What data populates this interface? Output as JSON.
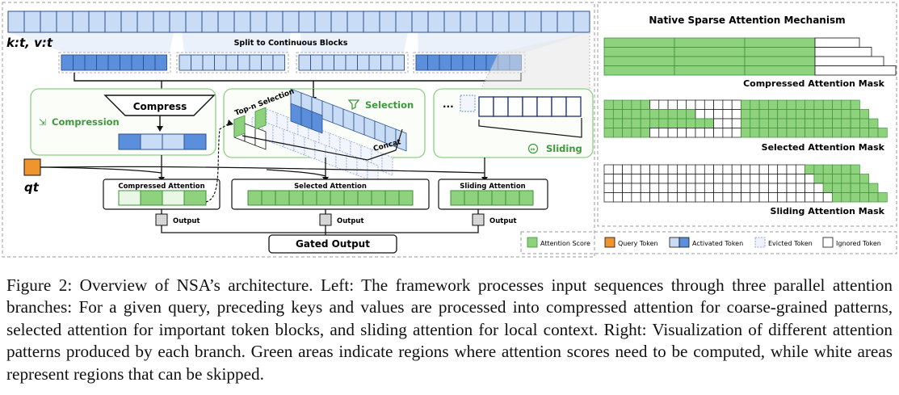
{
  "figure": {
    "inputs_label": "k:t, v:t",
    "split_label": "Split to Continuous Blocks",
    "query_label": "qt",
    "gated_output_label": "Gated Output",
    "output_label": "Output",
    "branches": {
      "compression": {
        "icon": "compress-arrows-icon",
        "title": "Compression",
        "op_label": "Compress",
        "attention_label": "Compressed Attention"
      },
      "selection": {
        "icon": "funnel-icon",
        "title": "Selection",
        "topn_label": "Top-n Selection",
        "concat_label": "Concat",
        "attention_label": "Selected Attention"
      },
      "sliding": {
        "icon": "sliding-icon",
        "title": "Sliding",
        "ellipsis": "...",
        "attention_label": "Sliding Attention"
      }
    },
    "right_panel": {
      "title": "Native Sparse Attention Mechanism",
      "masks": [
        "Compressed Attention Mask",
        "Selected Attention Mask",
        "Sliding Attention Mask"
      ]
    },
    "legend": [
      {
        "label": "Attention Score",
        "kind": "score"
      },
      {
        "label": "Query Token",
        "kind": "query"
      },
      {
        "label": "Activated Token",
        "kind": "activated"
      },
      {
        "label": "Evicted Token",
        "kind": "evicted"
      },
      {
        "label": "Ignored Token",
        "kind": "ignored"
      }
    ],
    "colors": {
      "green": "#8ed27e",
      "green_border": "#3f8f3a",
      "blue_dark": "#5b8fdc",
      "blue_light": "#c9dcf6",
      "orange": "#f0952d",
      "branch_border": "#8ecf83"
    }
  },
  "caption": "Figure 2: Overview of NSA’s architecture. Left: The framework processes input sequences through three parallel attention branches: For a given query, preceding keys and values are processed into compressed attention for coarse-grained patterns, selected attention for important token blocks, and sliding attention for local context. Right: Visualization of different attention patterns produced by each branch. Green areas indicate regions where attention scores need to be computed, while white areas represent regions that can be skipped."
}
